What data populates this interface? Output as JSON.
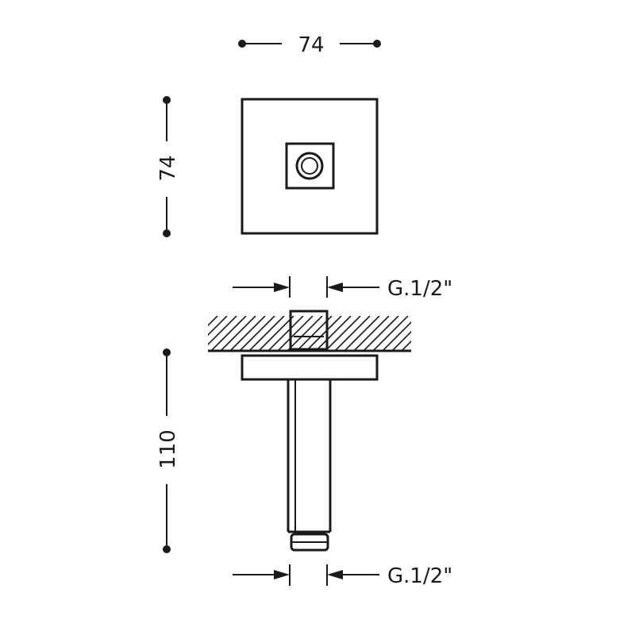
{
  "dimensions": {
    "top_width": "74",
    "top_height": "74",
    "arm_length": "110"
  },
  "threads": {
    "inlet_label": "G.1/2\"",
    "outlet_label": "G.1/2\""
  },
  "colors": {
    "line": "#1a1a1a",
    "background": "#ffffff"
  }
}
